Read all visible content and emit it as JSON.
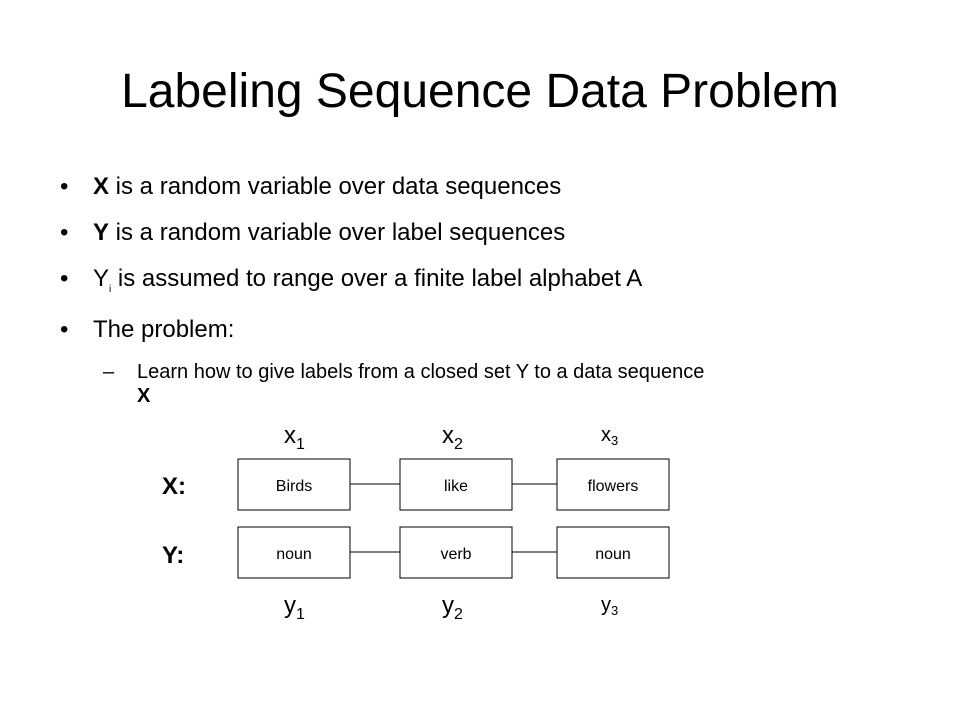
{
  "title": "Labeling Sequence Data Problem",
  "bullets": [
    {
      "bullet": "•",
      "bold": "X",
      "text": " is a random variable over data sequences"
    },
    {
      "bullet": "•",
      "bold": "Y",
      "text": " is a random variable over label sequences"
    },
    {
      "bullet": "•",
      "pre": "Y",
      "sub": "i",
      "text": " is assumed to range over a finite label alphabet A"
    },
    {
      "bullet": "•",
      "text": "The problem:"
    }
  ],
  "subpoint": {
    "dash": "–",
    "text": "Learn how to give labels from a closed set Y to a data sequence",
    "bold": "X"
  },
  "diagram": {
    "row_x_label": "X:",
    "row_y_label": "Y:",
    "x_nodes": [
      "Birds",
      "like",
      "flowers"
    ],
    "y_nodes": [
      "noun",
      "verb",
      "noun"
    ],
    "x_vars": [
      {
        "base": "x",
        "sub": "1"
      },
      {
        "base": "x",
        "sub": "2"
      },
      {
        "base": "x",
        "sub": "3"
      }
    ],
    "y_vars": [
      {
        "base": "y",
        "sub": "1"
      },
      {
        "base": "y",
        "sub": "2"
      },
      {
        "base": "y",
        "sub": "3"
      }
    ]
  }
}
